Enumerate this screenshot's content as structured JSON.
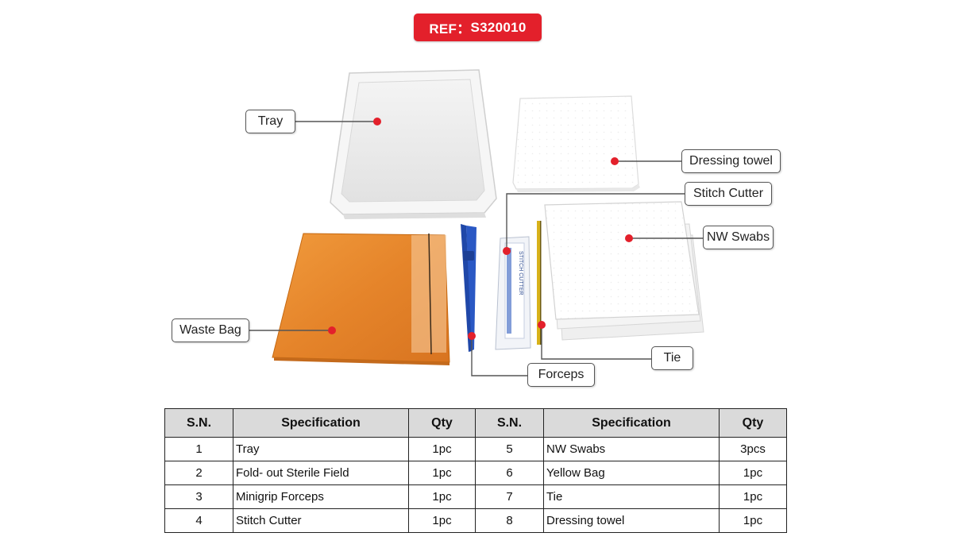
{
  "ref": {
    "prefix": "REF：",
    "code": "S320010"
  },
  "callouts": {
    "tray": "Tray",
    "dressing_towel": "Dressing towel",
    "stitch_cutter": "Stitch Cutter",
    "nw_swabs": "NW Swabs",
    "waste_bag": "Waste Bag",
    "tie": "Tie",
    "forceps": "Forceps"
  },
  "package_text": "STITCH CUTTER",
  "table": {
    "headers": [
      "S.N.",
      "Specification",
      "Qty",
      "S.N.",
      "Specification",
      "Qty"
    ],
    "rows": [
      [
        "1",
        "Tray",
        "1pc",
        "5",
        "NW Swabs",
        "3pcs"
      ],
      [
        "2",
        "Fold- out Sterile Field",
        "1pc",
        "6",
        "Yellow Bag",
        "1pc"
      ],
      [
        "3",
        "Minigrip Forceps",
        "1pc",
        "7",
        "Tie",
        "1pc"
      ],
      [
        "4",
        "Stitch Cutter",
        "1pc",
        "8",
        "Dressing towel",
        "1pc"
      ]
    ]
  },
  "colors": {
    "accent_red": "#e3202b",
    "bag_orange": "#e8892c",
    "forceps_blue": "#2a58c4",
    "tie_gold": "#d8b21a"
  }
}
